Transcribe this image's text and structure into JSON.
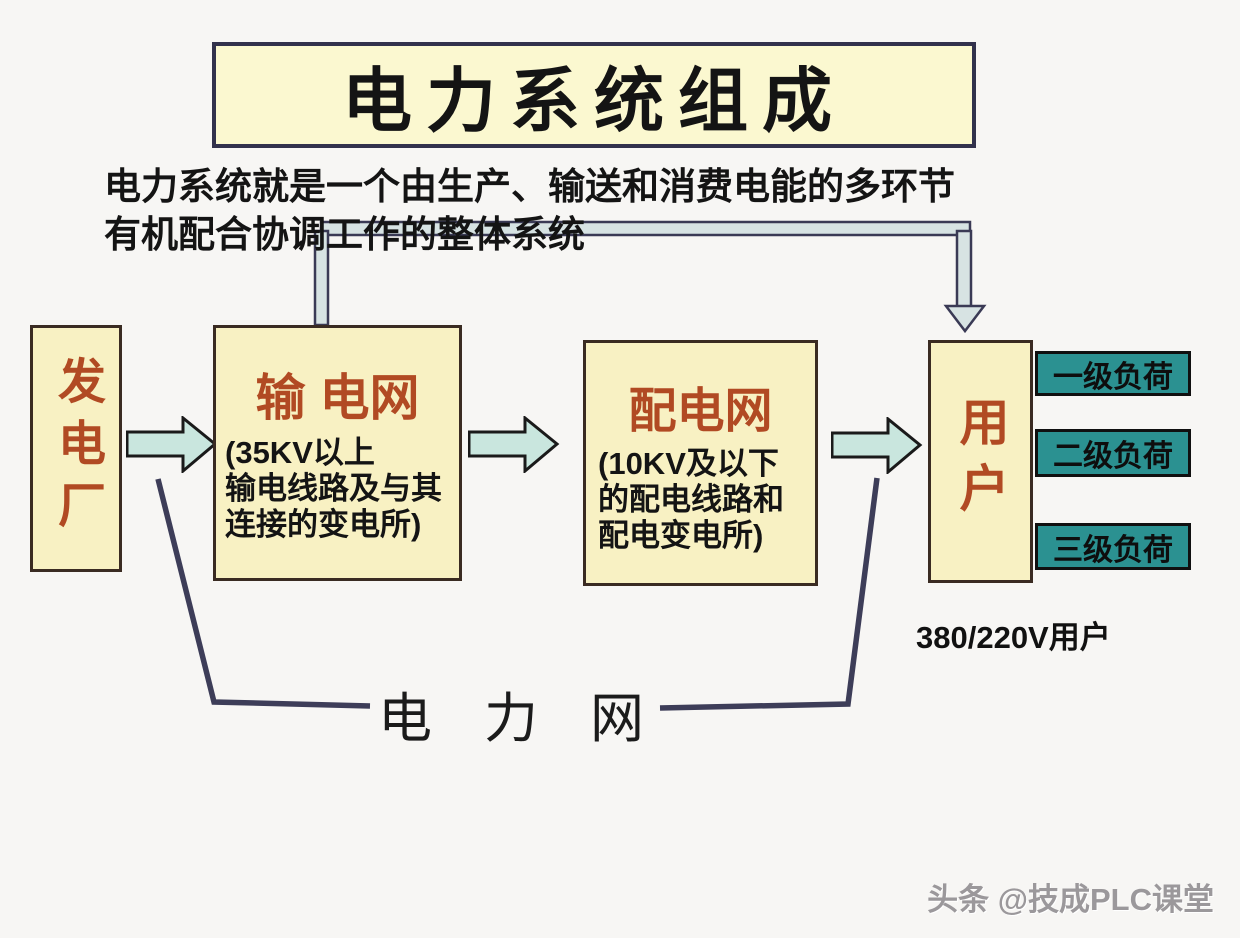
{
  "colors": {
    "background": "#f7f6f4",
    "box_fill": "#f8f1c3",
    "title_fill": "#fbf8d0",
    "title_border": "#32324c",
    "box_border": "#3a2b22",
    "accent_red": "#b14a23",
    "arrow_fill": "#c9e6de",
    "arrow_border": "#1a1a1a",
    "load_fill": "#2b9191",
    "load_border": "#101010",
    "connector_fill": "#d7e3e3",
    "connector_border": "#3a3a55",
    "bracket_line": "#3d3d58",
    "text_black": "#141414",
    "watermark_gray": "#9b989b"
  },
  "title": "电力系统组成",
  "subtitle": {
    "line1": "电力系统就是一个由生产、输送和消费电能的多环节",
    "line2": "有机配合协调工作的整体系统"
  },
  "nodes": {
    "power_plant": {
      "label": "发电厂"
    },
    "transmission": {
      "title": "输 电网",
      "lines": [
        "(35KV以上",
        "输电线路及与其",
        "连接的变电所)"
      ]
    },
    "distribution": {
      "title": "配电网",
      "lines": [
        "(10KV及以下",
        "的配电线路和",
        "配电变电所)"
      ]
    },
    "user": {
      "label": "用户"
    }
  },
  "loads": [
    {
      "label": "一级负荷"
    },
    {
      "label": "二级负荷"
    },
    {
      "label": "三级负荷"
    }
  ],
  "user_voltage": "380/220V用户",
  "power_grid_label": "电力网",
  "watermark": "头条 @技成PLC课堂"
}
